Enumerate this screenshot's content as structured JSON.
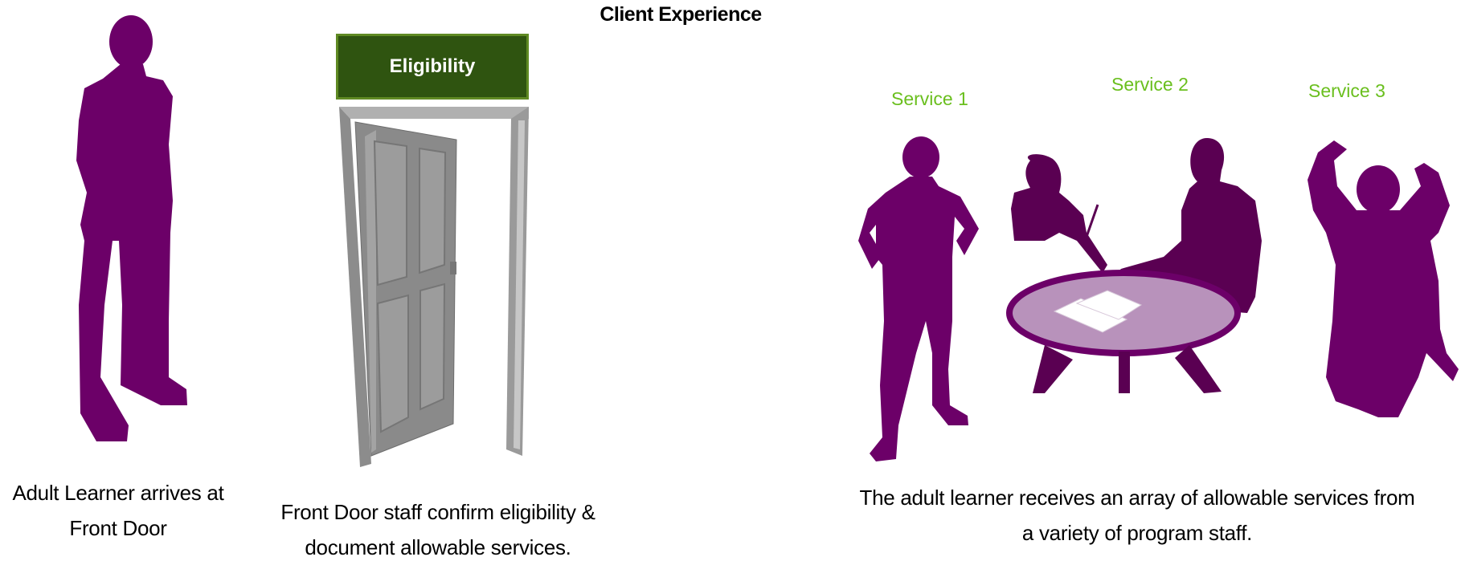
{
  "title": "Client Experience",
  "sign": {
    "label": "Eligibility",
    "color": "#2f5410"
  },
  "services": [
    "Service 1",
    "Service 2",
    "Service 3"
  ],
  "captions": {
    "learner": [
      "Adult Learner arrives at",
      "Front Door"
    ],
    "front_door": [
      "Front Door staff confirm eligibility &",
      "document allowable services."
    ],
    "services": [
      "The adult learner receives an array of allowable services from",
      "a variety of program staff."
    ]
  },
  "colors": {
    "figure": "#6c0068",
    "figure_dark": "#5a0052",
    "table_top": "#b892bb",
    "service_label": "#6abf1e",
    "door": "#8f8f8f"
  },
  "icons": {
    "standing_person": "standing-person-icon",
    "open_door": "open-door-icon",
    "standing_woman": "standing-woman-icon",
    "meeting_table": "meeting-table-icon",
    "jumping_person": "jumping-person-icon"
  }
}
